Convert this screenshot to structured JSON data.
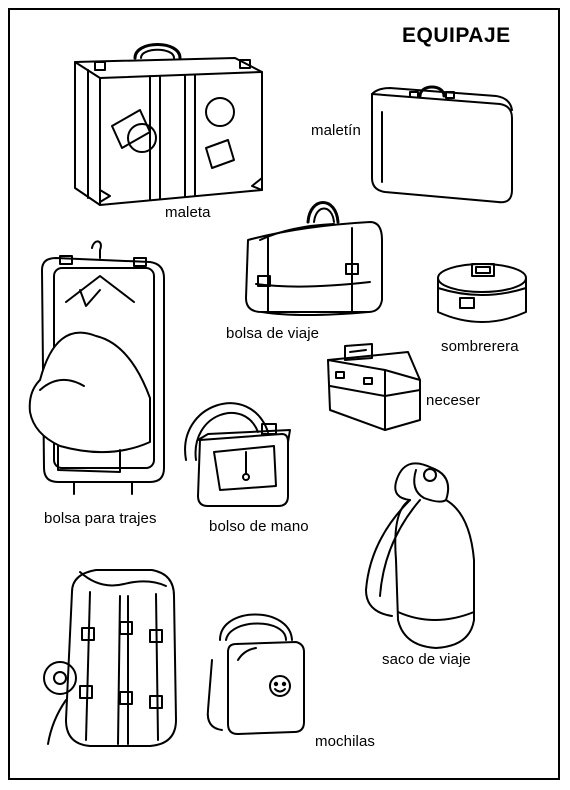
{
  "title": "EQUIPAJE",
  "items": {
    "maleta": "maleta",
    "maletin": "maletín",
    "bolsa_de_viaje": "bolsa de viaje",
    "sombrerera": "sombrerera",
    "neceser": "neceser",
    "bolsa_para_trajes": "bolsa para trajes",
    "bolso_de_mano": "bolso de mano",
    "saco_de_viaje": "saco de viaje",
    "mochilas": "mochilas"
  }
}
